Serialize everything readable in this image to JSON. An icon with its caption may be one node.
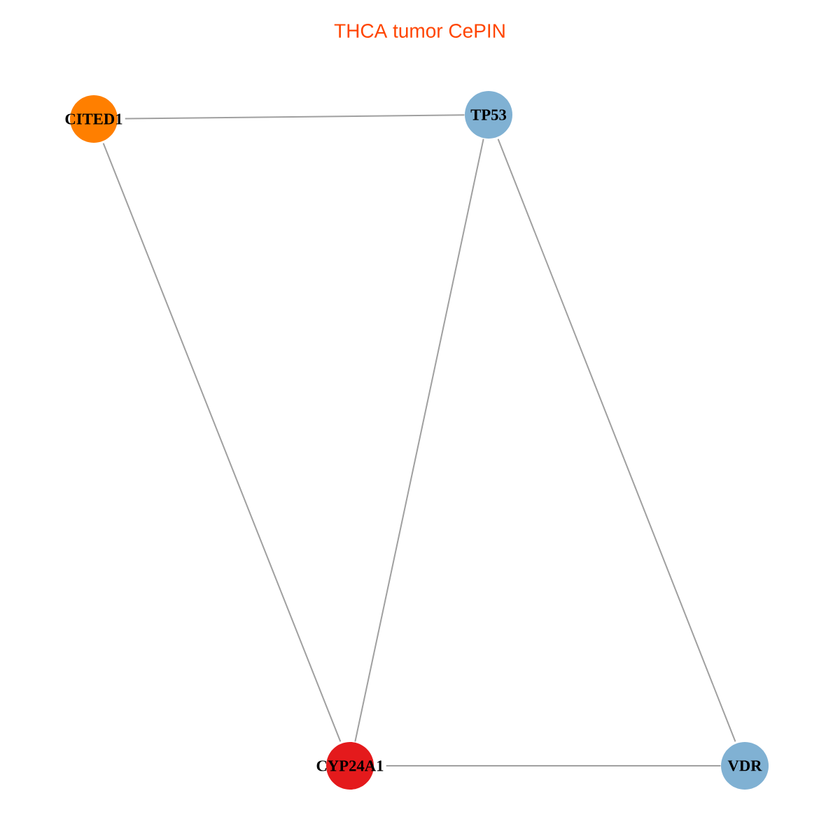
{
  "diagram": {
    "title": "THCA tumor CePIN",
    "nodes": [
      {
        "text": [
          "CITED1"
        ]
      },
      {
        "text": [
          "TP53"
        ]
      },
      {
        "text": [
          "CYP24A1"
        ]
      },
      {
        "text": [
          "VDR"
        ]
      }
    ],
    "edges": [
      {
        "from": 0,
        "to": 1,
        "arrow": "none"
      },
      {
        "from": 0,
        "to": 2,
        "arrow": "none"
      },
      {
        "from": 1,
        "to": 2,
        "arrow": "none"
      },
      {
        "from": 1,
        "to": 3,
        "arrow": "none"
      },
      {
        "from": 2,
        "to": 3,
        "arrow": "none"
      }
    ]
  }
}
